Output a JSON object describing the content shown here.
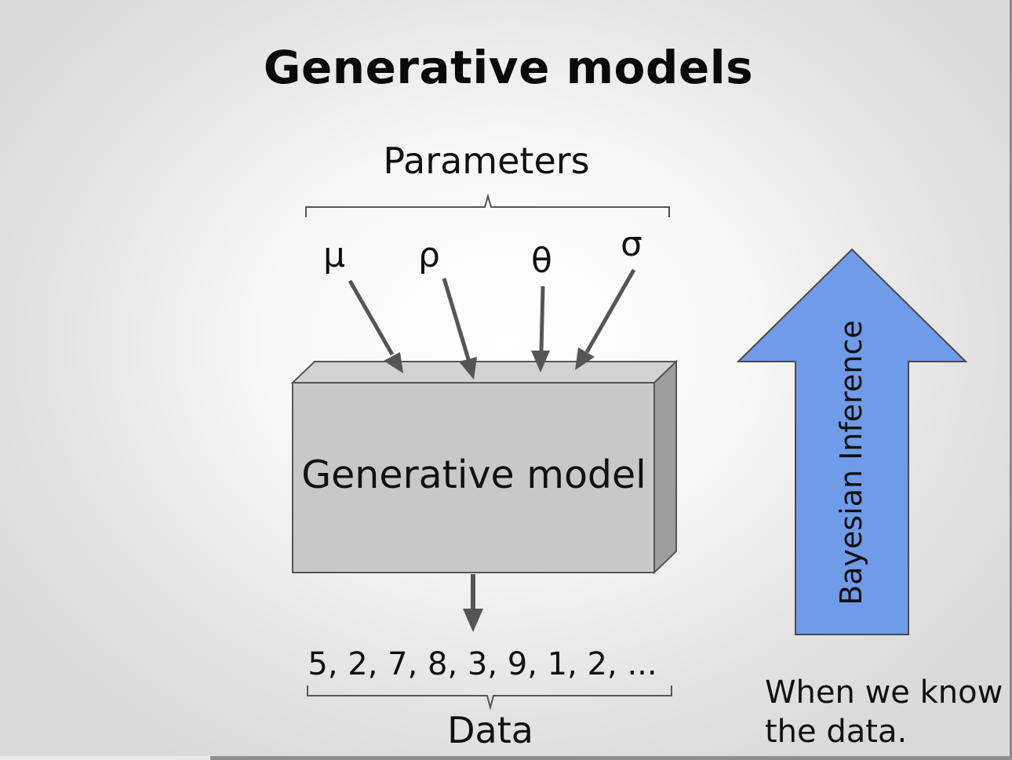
{
  "slide": {
    "title": "Generative models"
  },
  "diagram": {
    "parameters_label": "Parameters",
    "parameters": [
      {
        "symbol": "μ"
      },
      {
        "symbol": "ρ"
      },
      {
        "symbol": "θ"
      },
      {
        "symbol": "σ"
      }
    ],
    "model_label": "Generative model",
    "data_values": "5, 2, 7, 8, 3, 9, 1, 2, ...",
    "data_label": "Data",
    "inference_label": "Bayesian Inference",
    "inference_caption": "When we know the data.",
    "colors": {
      "box_front": "#c8c8c8",
      "box_top": "#d2d2d2",
      "box_side": "#9e9e9e",
      "box_border": "#555555",
      "arrow": "#555555",
      "inference_arrow_fill": "#6f9be8",
      "inference_arrow_border": "#4a4a4a",
      "bracket": "#555555"
    }
  }
}
